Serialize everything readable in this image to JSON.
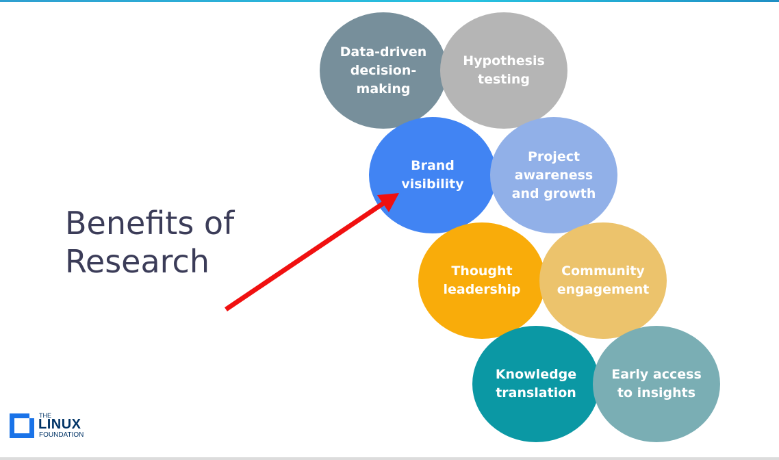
{
  "title": "Benefits of\nResearch",
  "circles": [
    {
      "label": "Data-driven decision-making",
      "color": "#778f9b"
    },
    {
      "label": "Hypothesis testing",
      "color": "#b5b5b5"
    },
    {
      "label": "Brand visibility",
      "color": "#4184f3"
    },
    {
      "label": "Project awareness and growth",
      "color": "#91b0e8"
    },
    {
      "label": "Thought leadership",
      "color": "#f9ac0a"
    },
    {
      "label": "Community engagement",
      "color": "#ecc36c"
    },
    {
      "label": "Knowledge translation",
      "color": "#0b98a4"
    },
    {
      "label": "Early access to insights",
      "color": "#7aaeb4"
    }
  ],
  "arrow": {
    "color": "#f01010"
  },
  "logo": {
    "the": "THE",
    "name": "LINUX",
    "foundation": "FOUNDATION",
    "color": "#003366",
    "accent": "#1a73e8"
  }
}
